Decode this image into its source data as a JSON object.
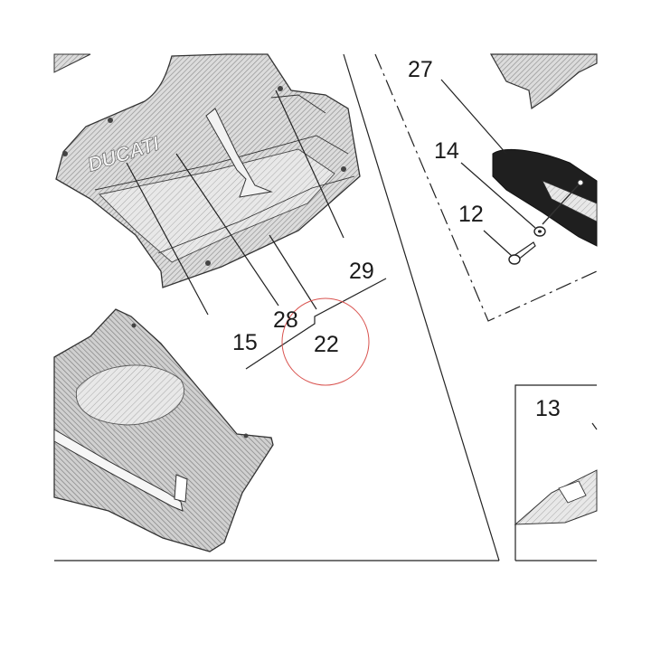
{
  "diagram": {
    "logo_text": "DUCATI",
    "callouts": [
      {
        "id": "c27",
        "label": "27"
      },
      {
        "id": "c14",
        "label": "14"
      },
      {
        "id": "c12",
        "label": "12"
      },
      {
        "id": "c29",
        "label": "29"
      },
      {
        "id": "c28",
        "label": "28"
      },
      {
        "id": "c15",
        "label": "15"
      },
      {
        "id": "c22",
        "label": "22"
      },
      {
        "id": "c13",
        "label": "13"
      }
    ],
    "highlight": {
      "color": "#d9534f",
      "target": "22"
    },
    "colors": {
      "line": "#222222",
      "part_fill": "#d4d4d4",
      "hatch": "#8a8a8a",
      "dark_part": "#1f1f1f"
    }
  }
}
